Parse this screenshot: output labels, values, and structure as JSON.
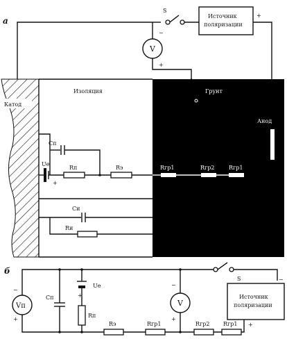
{
  "panel_a": {
    "label": "а",
    "switch_label": "S",
    "polarization_source": {
      "line1": "Источник",
      "line2": "поляризации",
      "plus": "+"
    },
    "voltmeter": {
      "label": "V",
      "minus": "−",
      "plus": "+"
    },
    "cathode_label": "Катод",
    "insulation_label": "Изоляция",
    "soil_label": "Грунт",
    "anode_label": "Анод",
    "cp_label": "Cп",
    "ue_label": "Ue",
    "ue_plus": "+",
    "rp_label": "Rп",
    "re_label": "Rэ",
    "rgr1_label": "Rгр1",
    "rgr2_label": "Rгр2",
    "rgr1b_label": "Rгр1",
    "ci_label": "Cи",
    "ri_label": "Rи"
  },
  "panel_b": {
    "label": "б",
    "vp": {
      "label": "Vп",
      "minus": "−",
      "plus": "+"
    },
    "cp_label": "Cп",
    "ue_label": "Ue",
    "ue_plus": "+",
    "rp_label": "Rп",
    "re_label": "Rэ",
    "rgr1_label": "Rгр1",
    "rgr2_label": "Rгр2",
    "rgr1b_label": "Rгр1",
    "voltmeter": {
      "label": "V",
      "minus": "−",
      "plus": "+"
    },
    "switch_label": "S",
    "polarization_source": {
      "line1": "Источник",
      "line2": "поляризации",
      "minus": "−",
      "plus": "+"
    }
  }
}
